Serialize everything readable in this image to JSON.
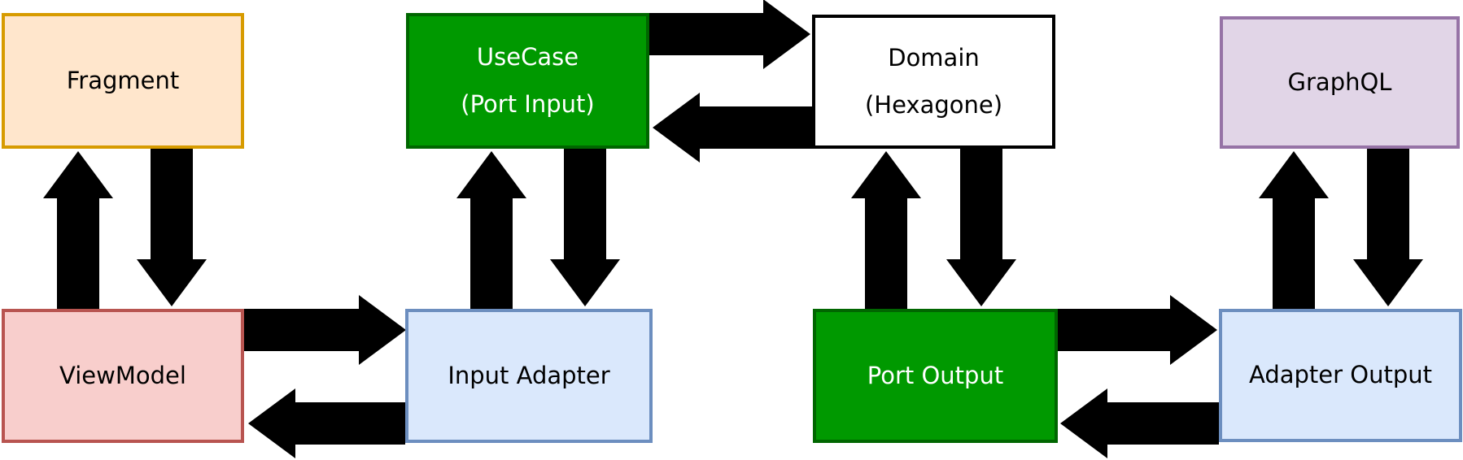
{
  "diagram": {
    "background": "#ffffff",
    "arrow_color": "#000000",
    "nodes": [
      {
        "id": "fragment",
        "label": "Fragment",
        "fill": "#FFE6CC",
        "stroke": "#D79B00",
        "text_color": "#000000"
      },
      {
        "id": "viewmodel",
        "label": "ViewModel",
        "fill": "#F8CECC",
        "stroke": "#B85450",
        "text_color": "#000000"
      },
      {
        "id": "usecase",
        "label": "UseCase",
        "sublabel": "(Port Input)",
        "fill": "#009900",
        "stroke": "#006600",
        "text_color": "#FFFFFF"
      },
      {
        "id": "input-adapter",
        "label": "Input Adapter",
        "fill": "#DAE8FC",
        "stroke": "#6C8EBF",
        "text_color": "#000000"
      },
      {
        "id": "domain",
        "label": "Domain",
        "sublabel": "(Hexagone)",
        "fill": "#FFFFFF",
        "stroke": "#000000",
        "text_color": "#000000"
      },
      {
        "id": "port-output",
        "label": "Port Output",
        "fill": "#009900",
        "stroke": "#006600",
        "text_color": "#FFFFFF"
      },
      {
        "id": "graphql",
        "label": "GraphQL",
        "fill": "#E1D5E7",
        "stroke": "#9673A6",
        "text_color": "#000000"
      },
      {
        "id": "adapter-output",
        "label": "Adapter Output",
        "fill": "#DAE8FC",
        "stroke": "#6C8EBF",
        "text_color": "#000000"
      }
    ],
    "edges": [
      {
        "from": "viewmodel",
        "to": "fragment",
        "direction": "up"
      },
      {
        "from": "fragment",
        "to": "viewmodel",
        "direction": "down"
      },
      {
        "from": "viewmodel",
        "to": "input-adapter",
        "direction": "right"
      },
      {
        "from": "input-adapter",
        "to": "viewmodel",
        "direction": "left"
      },
      {
        "from": "input-adapter",
        "to": "usecase",
        "direction": "up"
      },
      {
        "from": "usecase",
        "to": "input-adapter",
        "direction": "down"
      },
      {
        "from": "usecase",
        "to": "domain",
        "direction": "right"
      },
      {
        "from": "domain",
        "to": "usecase",
        "direction": "left"
      },
      {
        "from": "port-output",
        "to": "domain",
        "direction": "up"
      },
      {
        "from": "domain",
        "to": "port-output",
        "direction": "down"
      },
      {
        "from": "port-output",
        "to": "adapter-output",
        "direction": "right"
      },
      {
        "from": "adapter-output",
        "to": "port-output",
        "direction": "left"
      },
      {
        "from": "adapter-output",
        "to": "graphql",
        "direction": "up"
      },
      {
        "from": "graphql",
        "to": "adapter-output",
        "direction": "down"
      }
    ]
  }
}
